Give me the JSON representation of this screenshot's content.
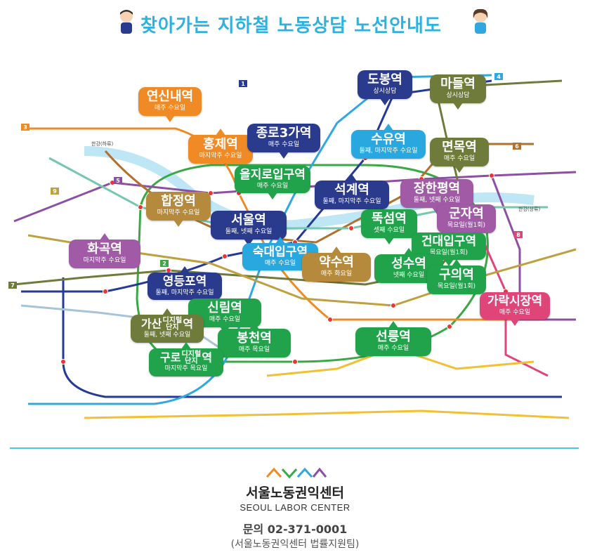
{
  "header": {
    "title": "찾아가는 지하철 노동상담 노선안내도"
  },
  "stations": [
    {
      "id": "yeonsinnae",
      "name": "연신내역",
      "schedule": "매주 수요일",
      "color": "#f08a24",
      "tail": "down"
    },
    {
      "id": "dobong",
      "name": "도봉역",
      "schedule": "상시상담",
      "color": "#2a3a8c",
      "tail": "down"
    },
    {
      "id": "madeul",
      "name": "마들역",
      "schedule": "상시상담",
      "color": "#6f7b3a",
      "tail": "down"
    },
    {
      "id": "hongje",
      "name": "홍제역",
      "schedule": "마지막주 수요일",
      "color": "#f08a24",
      "tail": "up"
    },
    {
      "id": "jongno3",
      "name": "종로3가역",
      "schedule": "매주 수요일",
      "color": "#2a3a8c",
      "tail": "down"
    },
    {
      "id": "suyu",
      "name": "수유역",
      "schedule": "둘째, 마지막주 수요일",
      "color": "#29a8e0",
      "tail": "up"
    },
    {
      "id": "myeonmok",
      "name": "면목역",
      "schedule": "매주 수요일",
      "color": "#6f7b3a",
      "tail": "down"
    },
    {
      "id": "euljiro",
      "name": "을지로입구역",
      "schedule": "매주 수요일",
      "color": "#20a34a",
      "tail": "down"
    },
    {
      "id": "seokgye",
      "name": "석계역",
      "schedule": "둘째, 마지막주 수요일",
      "color": "#2a3a8c",
      "tail": "up"
    },
    {
      "id": "janghanpyeong",
      "name": "장한평역",
      "schedule": "둘째, 넷째 수요일",
      "color": "#a05aa6",
      "tail": "down"
    },
    {
      "id": "hapjeong",
      "name": "합정역",
      "schedule": "마지막주 수요일",
      "color": "#b58a3c",
      "tail": "down"
    },
    {
      "id": "gunja",
      "name": "군자역",
      "schedule": "목요일(월1회)",
      "color": "#a05aa6",
      "tail": "down"
    },
    {
      "id": "seoul",
      "name": "서울역",
      "schedule": "둘째, 넷째 수요일",
      "color": "#2a3a8c",
      "tail": "down"
    },
    {
      "id": "ttukseom",
      "name": "뚝섬역",
      "schedule": "셋째 수요일",
      "color": "#20a34a",
      "tail": "down"
    },
    {
      "id": "konkuk",
      "name": "건대입구역",
      "schedule": "목요일(월1회)",
      "color": "#20a34a",
      "tail": "down"
    },
    {
      "id": "hwagok",
      "name": "화곡역",
      "schedule": "마지막주 수요일",
      "color": "#a05aa6",
      "tail": "up"
    },
    {
      "id": "sookmyung",
      "name": "숙대입구역",
      "schedule": "매주 수요일",
      "color": "#29a8e0",
      "tail": "up"
    },
    {
      "id": "yaksu",
      "name": "약수역",
      "schedule": "매주 화요일",
      "color": "#b58a3c",
      "tail": "up"
    },
    {
      "id": "seongsu",
      "name": "성수역",
      "schedule": "넷째 수요일",
      "color": "#20a34a",
      "tail": "up"
    },
    {
      "id": "guui",
      "name": "구의역",
      "schedule": "목요일(월1회)",
      "color": "#20a34a",
      "tail": "up"
    },
    {
      "id": "yeongdeungpo",
      "name": "영등포역",
      "schedule": "둘째, 마지막주 수요일",
      "color": "#2a3a8c",
      "tail": "up"
    },
    {
      "id": "garak",
      "name": "가락시장역",
      "schedule": "매주 수요일",
      "color": "#e0457a",
      "tail": "down"
    },
    {
      "id": "sillim",
      "name": "신림역",
      "schedule": "매주 수요일",
      "color": "#20a34a",
      "tail": "down"
    },
    {
      "id": "gasan",
      "name": "가산",
      "name_small": "디지털단지",
      "name_suffix": "역",
      "schedule": "둘째, 넷째 수요일",
      "color": "#6f7b3a",
      "tail": "up"
    },
    {
      "id": "bongcheon",
      "name": "봉천역",
      "schedule": "매주 목요일",
      "color": "#20a34a",
      "tail": "up"
    },
    {
      "id": "seolleung",
      "name": "선릉역",
      "schedule": "매주 수요일",
      "color": "#20a34a",
      "tail": "up"
    },
    {
      "id": "guro",
      "name": "구로",
      "name_small": "디지털단지",
      "name_suffix": "역",
      "schedule": "마지막주 목요일",
      "color": "#20a34a",
      "tail": "up"
    }
  ],
  "line_labels": [
    "1",
    "2",
    "3",
    "4",
    "5",
    "6",
    "7",
    "8",
    "9"
  ],
  "map_labels": {
    "hangang_w": "한강(하류)",
    "hangang_e": "한강(상류)"
  },
  "colors": {
    "line1": "#253a96",
    "line2": "#3aa845",
    "line3": "#f08a24",
    "line4": "#2fa8e0",
    "line5": "#8c4fa3",
    "line6": "#b2702e",
    "line7": "#6f7b3a",
    "line8": "#e0457a",
    "line9": "#bfa040",
    "gyeongui": "#74c7b0",
    "river": "#bfe6f5"
  },
  "footer": {
    "org_kr": "서울노동권익센터",
    "org_en": "SEOUL LABOR CENTER",
    "contact": "문의 02-371-0001",
    "team": "(서울노동권익센터 법률지원팀)"
  }
}
